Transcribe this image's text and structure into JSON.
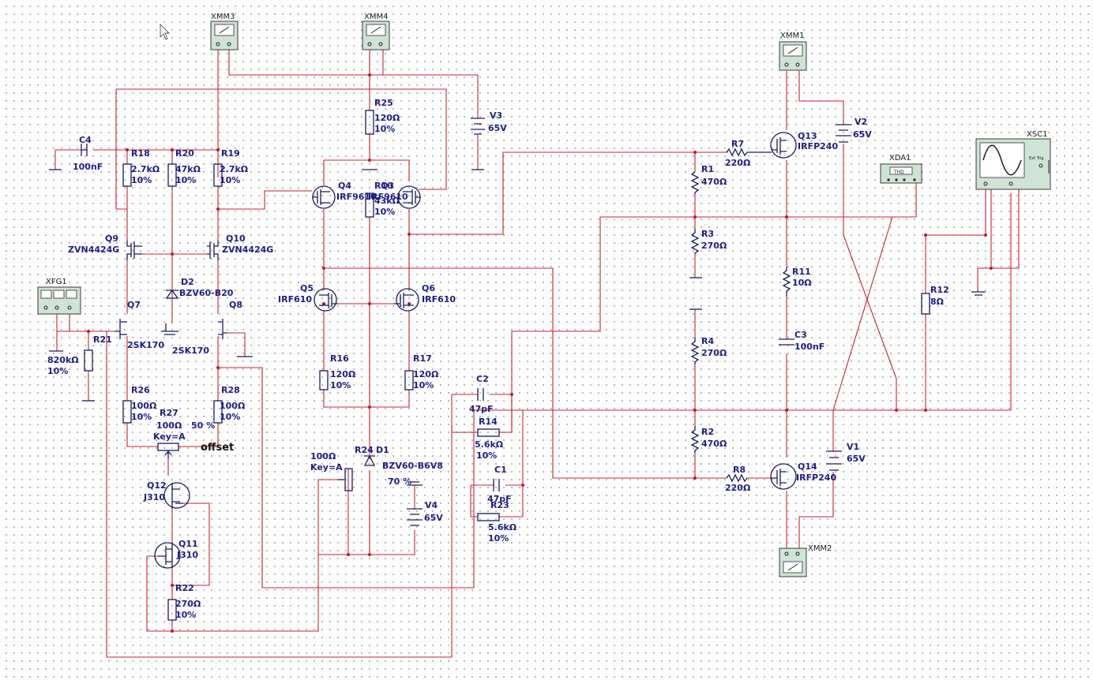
{
  "labels": {
    "xmm3": "XMM3",
    "xmm4": "XMM4",
    "xmm1": "XMM1",
    "xmm2": "XMM2",
    "xfg1": "XFG1",
    "xda1": "XDA1",
    "xda1_screen": "THD",
    "xsc1": "XSC1",
    "xsc1_ext": "Ext Trig",
    "c4": "C4",
    "c4_val": "100nF",
    "r18": "R18",
    "r18_val": "2.7kΩ",
    "r18_tol": "10%",
    "r20": "R20",
    "r20_val": "47kΩ",
    "r20_tol": "10%",
    "r19": "R19",
    "r19_val": "2.7kΩ",
    "r19_tol": "10%",
    "r25": "R25",
    "r25_val": "120Ω",
    "r25_tol": "10%",
    "v3": "V3",
    "v3_val": "65V",
    "v2": "V2",
    "v2_val": "65V",
    "r7": "R7",
    "r7_val": "220Ω",
    "q13": "Q13",
    "q13_part": "IRFP240",
    "r1": "R1",
    "r1_val": "470Ω",
    "r3": "R3",
    "r3_val": "270Ω",
    "r4": "R4",
    "r4_val": "270Ω",
    "r2": "R2",
    "r2_val": "470Ω",
    "r11": "R11",
    "r11_val": "10Ω",
    "c3": "C3",
    "c3_val": "100nF",
    "r12": "R12",
    "r12_val": "8Ω",
    "v1": "V1",
    "v1_val": "65V",
    "r8": "R8",
    "r8_val": "220Ω",
    "q14": "Q14",
    "q14_part": "IRFP240",
    "q4": "Q4",
    "q4_part": "IRF9610",
    "q3": "Q3",
    "q3_part": "IRF9610",
    "r10": "R10",
    "r10_val": "43kΩ",
    "r10_tol": "10%",
    "q9": "Q9",
    "q9_part": "ZVN4424G",
    "q10": "Q10",
    "q10_part": "ZVN4424G",
    "d2": "D2",
    "d2_part": "BZV60-B20",
    "q5": "Q5",
    "q5_part": "IRF610",
    "q6": "Q6",
    "q6_part": "IRF610",
    "q7": "Q7",
    "q7_part": "2SK170",
    "q8": "Q8",
    "q8_part": "2SK170",
    "r21": "R21",
    "r21_val": "820kΩ",
    "r21_tol": "10%",
    "r16": "R16",
    "r16_val": "120Ω",
    "r16_tol": "10%",
    "r17": "R17",
    "r17_val": "120Ω",
    "r17_tol": "10%",
    "c2": "C2",
    "c2_val": "47pF",
    "r14": "R14",
    "r14_val": "5.6kΩ",
    "r14_tol": "10%",
    "r26": "R26",
    "r26_val": "100Ω",
    "r26_tol": "10%",
    "r28": "R28",
    "r28_val": "100Ω",
    "r28_tol": "10%",
    "r27": "R27",
    "r27_val": "100Ω",
    "r27_pct": "50 %",
    "r27_key": "Key=A",
    "offset": "offset",
    "r24": "R24",
    "r24_val": "100Ω",
    "r24_key": "Key=A",
    "r24_pct": "70 %",
    "d1": "D1",
    "d1_part": "BZV60-B6V8",
    "c1": "C1",
    "c1_val": "47pF",
    "r23": "R23",
    "r23_val": "5.6kΩ",
    "r23_tol": "10%",
    "v4": "V4",
    "v4_val": "65V",
    "q12": "Q12",
    "q12_part": "J310",
    "q11": "Q11",
    "q11_part": "J310",
    "r22": "R22",
    "r22_val": "270Ω",
    "r22_tol": "10%"
  },
  "colors": {
    "wire": "#c7232f",
    "wire_blue": "#2d3ea8",
    "component": "#1a1a5e",
    "label": "#1d1d86",
    "instrument_body": "#cfe3d6"
  },
  "icons": [
    "mouse-cursor-icon",
    "multimeter-icon",
    "function-generator-icon",
    "distortion-analyzer-icon",
    "oscilloscope-icon",
    "ground-icon"
  ]
}
